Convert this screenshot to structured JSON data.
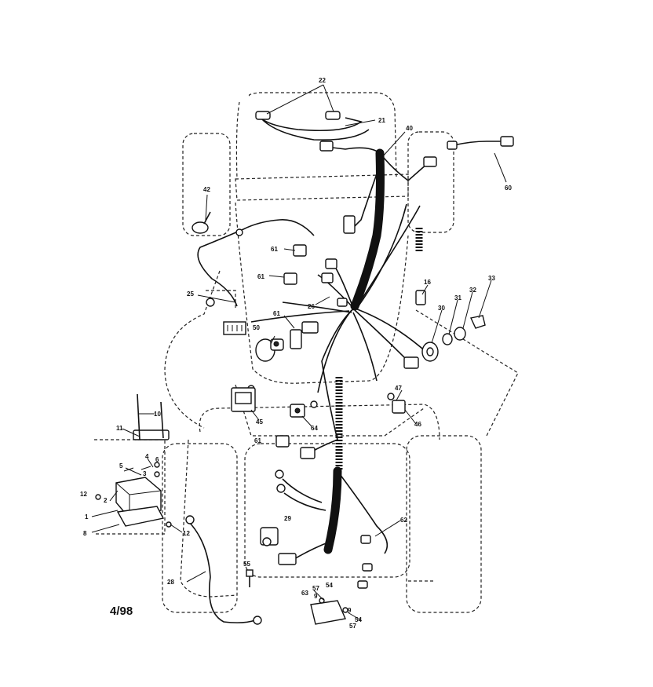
{
  "diagram": {
    "date_code": "4/98",
    "callouts": {
      "c22": "22",
      "c21": "21",
      "c40": "40",
      "c60": "60",
      "c42": "42",
      "c61a": "61",
      "c61b": "61",
      "c61c": "61",
      "c61d": "61",
      "c25": "25",
      "c26": "26",
      "c50": "50",
      "c16": "16",
      "c33": "33",
      "c32": "32",
      "c31": "31",
      "c30": "30",
      "c10": "10",
      "c11": "11",
      "c4": "4",
      "c5": "5",
      "c6": "6",
      "c3": "3",
      "c2": "2",
      "c12a": "12",
      "c12b": "12",
      "c1": "1",
      "c8": "8",
      "c45": "45",
      "c64": "64",
      "c47": "47",
      "c46": "46",
      "c29": "29",
      "c62": "62",
      "c55": "55",
      "c28": "28",
      "c63": "63",
      "c57a": "57",
      "c57b": "57",
      "c9a": "9",
      "c9b": "9",
      "c54a": "54",
      "c54b": "54"
    }
  }
}
